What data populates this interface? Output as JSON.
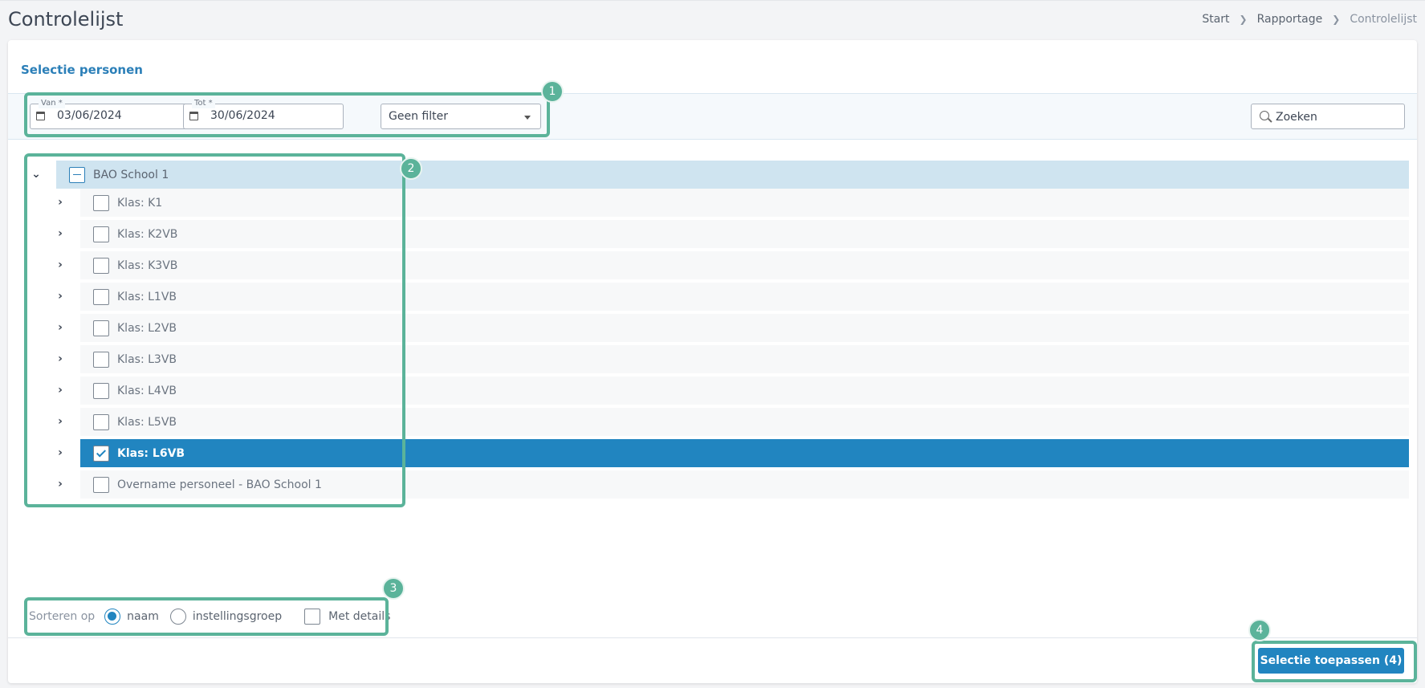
{
  "header": {
    "title": "Controlelijst",
    "breadcrumb": [
      "Start",
      "Rapportage",
      "Controlelijst"
    ]
  },
  "card": {
    "title": "Selectie personen"
  },
  "filters": {
    "van_label": "Van *",
    "van_value": "03/06/2024",
    "tot_label": "Tot *",
    "tot_value": "30/06/2024",
    "filter_value": "Geen filter",
    "search_placeholder": "Zoeken"
  },
  "tree": {
    "parent": {
      "label": "BAO School 1",
      "state": "partial"
    },
    "children": [
      {
        "label": "Klas: K1",
        "checked": false
      },
      {
        "label": "Klas: K2VB",
        "checked": false
      },
      {
        "label": "Klas: K3VB",
        "checked": false
      },
      {
        "label": "Klas: L1VB",
        "checked": false
      },
      {
        "label": "Klas: L2VB",
        "checked": false
      },
      {
        "label": "Klas: L3VB",
        "checked": false
      },
      {
        "label": "Klas: L4VB",
        "checked": false
      },
      {
        "label": "Klas: L5VB",
        "checked": false
      },
      {
        "label": "Klas: L6VB",
        "checked": true
      },
      {
        "label": "Overname personeel - BAO School 1",
        "checked": false
      }
    ]
  },
  "sort": {
    "label": "Sorteren op",
    "option_name": "naam",
    "option_group": "instellingsgroep",
    "details_label": "Met details",
    "selected": "naam"
  },
  "apply_button": "Selectie toepassen (4)",
  "annotations": [
    "1",
    "2",
    "3",
    "4"
  ],
  "colors": {
    "accent": "#2185c0",
    "title_blue": "#2b7fb8",
    "annotation": "#5bb39a",
    "parent_row": "#cfe4f0"
  }
}
